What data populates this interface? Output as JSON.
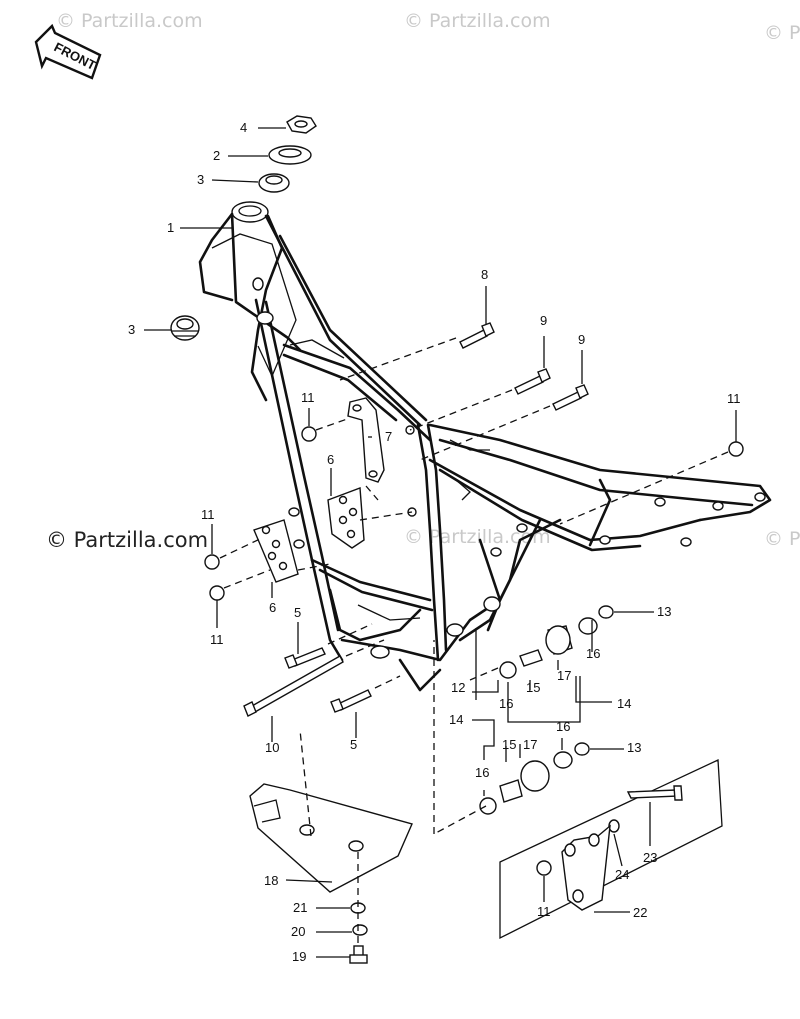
{
  "watermarks": {
    "top_left": "© Partzilla.com",
    "top_center": "© Partzilla.com",
    "top_right": "© P",
    "mid_left": "© Partzilla.com",
    "mid_center": "© Partzilla.com",
    "mid_right": "© P"
  },
  "front_label": "FRONT",
  "callouts": {
    "c4": "4",
    "c2": "2",
    "c3a": "3",
    "c1": "1",
    "c3b": "3",
    "c8": "8",
    "c9a": "9",
    "c9b": "9",
    "c11_top_right": "11",
    "c11_mid": "11",
    "c7": "7",
    "c6a": "6",
    "c11_left_a": "11",
    "c6b": "6",
    "c11_left_b": "11",
    "c5a": "5",
    "c10": "10",
    "c5b": "5",
    "c12": "12",
    "c13a": "13",
    "c16a": "16",
    "c17a": "17",
    "c16b": "16",
    "c15a": "15",
    "c14a": "14",
    "c14b": "14",
    "c16c": "16",
    "c15b": "15",
    "c17b": "17",
    "c13b": "13",
    "c16d": "16",
    "c23": "23",
    "c24": "24",
    "c11_box": "11",
    "c22": "22",
    "c18": "18",
    "c21": "21",
    "c20": "20",
    "c19": "19"
  }
}
